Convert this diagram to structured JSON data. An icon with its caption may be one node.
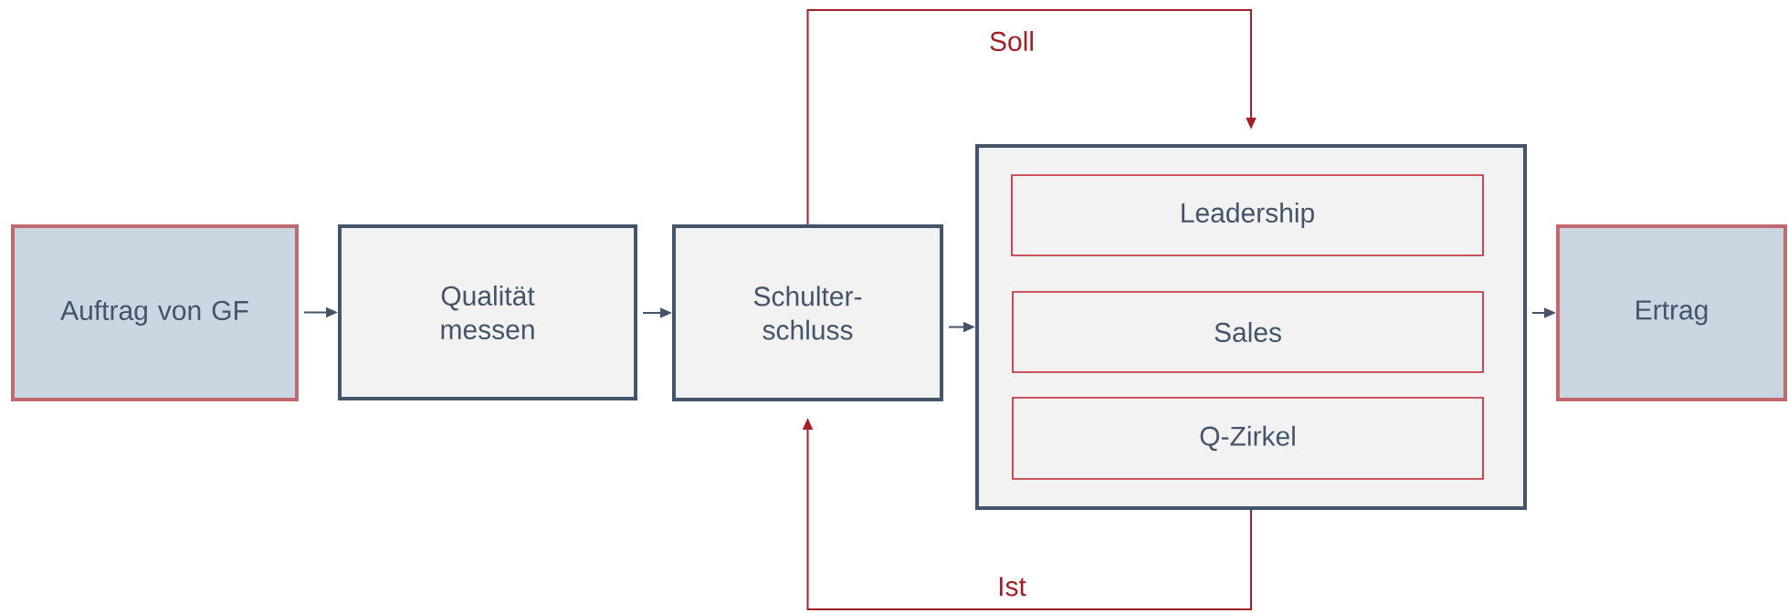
{
  "diagram": {
    "nodes": [
      {
        "text": [
          "Auftrag von GF"
        ]
      },
      {
        "text": [
          "Qualität messen"
        ]
      },
      {
        "text": [
          "Schulter- schluss"
        ]
      },
      {
        "text": [],
        "shape": "box"
      },
      {
        "text": [
          "Leadership"
        ],
        "in": 3
      },
      {
        "text": [
          "Sales"
        ],
        "in": 3
      },
      {
        "text": [
          "Q-Zirkel"
        ],
        "in": 3
      },
      {
        "text": [
          "Ertrag"
        ]
      }
    ],
    "edges": [
      {
        "from": 0,
        "to": 1,
        "arrow": "to"
      },
      {
        "from": 1,
        "to": 2,
        "arrow": "to"
      },
      {
        "from": 2,
        "to": 3,
        "arrow": "to"
      },
      {
        "from": 3,
        "to": 7,
        "arrow": "to"
      },
      {
        "from": 2,
        "to": 3,
        "arrow": "to",
        "label": "Soll",
        "color": "#a31f2a"
      },
      {
        "from": 3,
        "to": 2,
        "arrow": "to",
        "label": "Ist",
        "color": "#a31f2a"
      }
    ]
  }
}
